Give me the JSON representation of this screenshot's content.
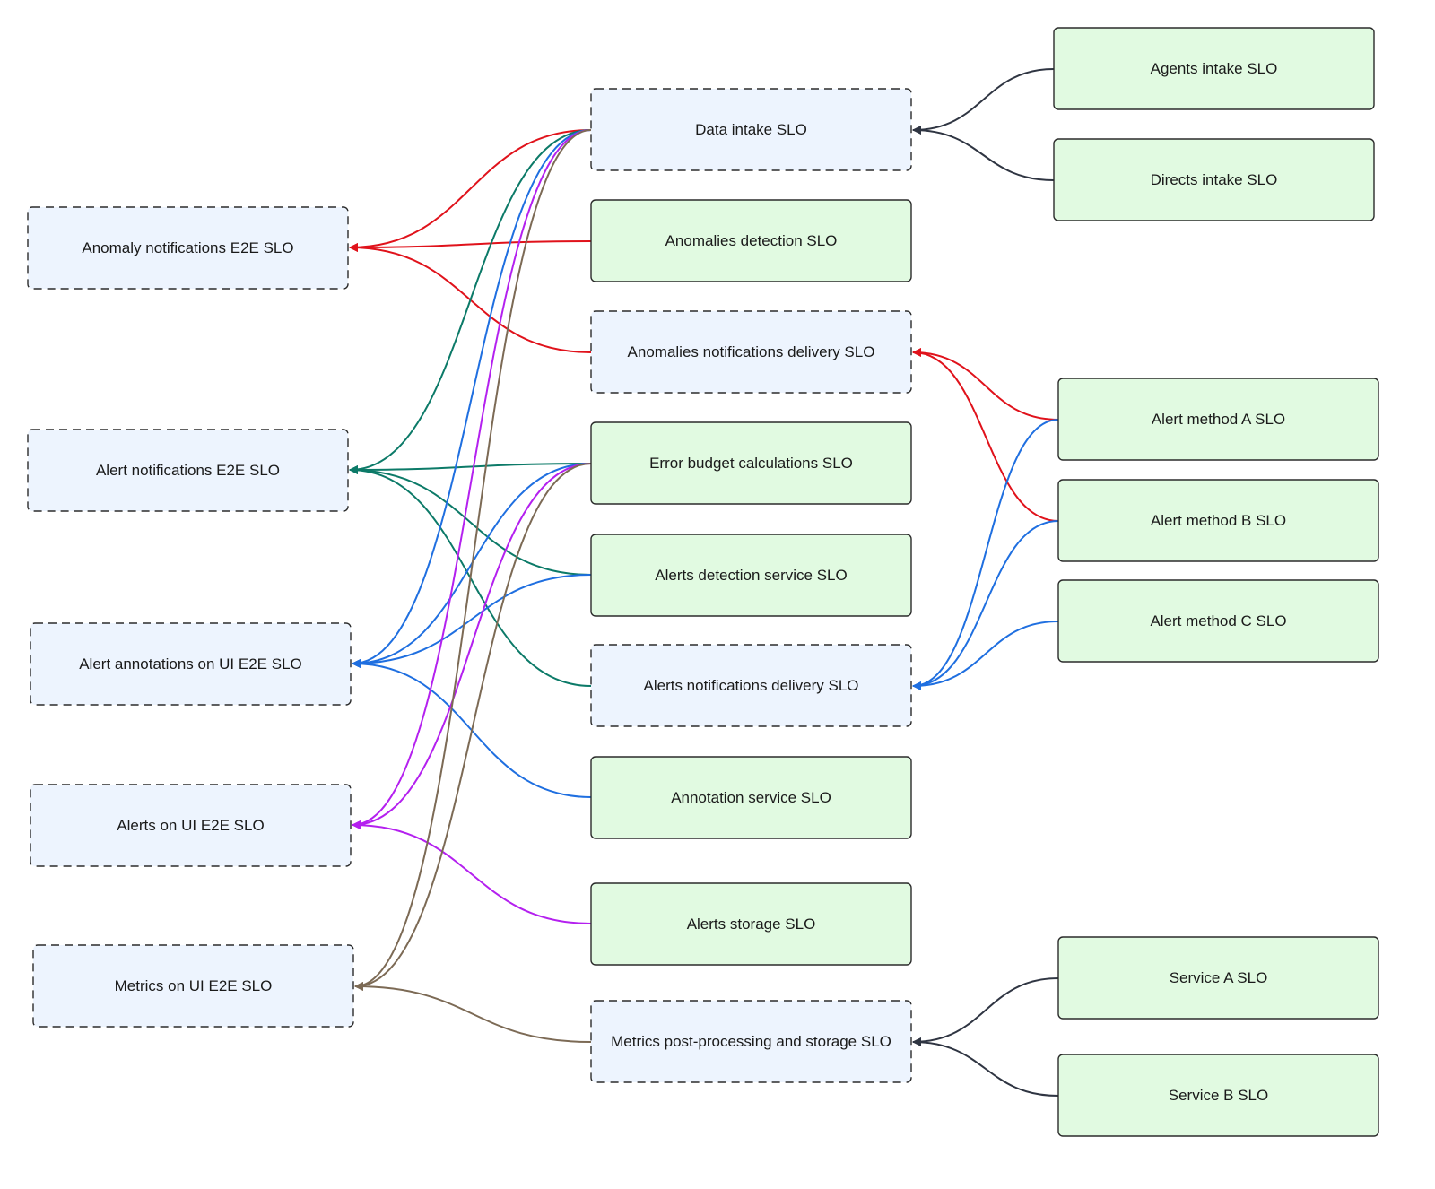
{
  "colors": {
    "red": "#e0121b",
    "teal": "#0c7a68",
    "blue": "#1f6fe0",
    "purple": "#b420ef",
    "brown": "#7c6a55",
    "dark": "#2f3542",
    "composite_fill": "#edf4fe",
    "base_fill": "#e1fae1"
  },
  "nodes": {
    "anomaly_e2e": "Anomaly notifications E2E SLO",
    "alert_e2e": "Alert notifications E2E SLO",
    "annotations_e2e": "Alert annotations on UI E2E SLO",
    "alerts_ui_e2e": "Alerts on UI E2E SLO",
    "metrics_ui_e2e": "Metrics on UI E2E SLO",
    "data_intake": "Data intake SLO",
    "anomalies_detection": "Anomalies detection SLO",
    "anomalies_delivery": "Anomalies notifications delivery SLO",
    "error_budget": "Error budget calculations SLO",
    "alerts_detection": "Alerts detection service SLO",
    "alerts_delivery": "Alerts notifications delivery SLO",
    "annotation_service": "Annotation service SLO",
    "alerts_storage": "Alerts storage SLO",
    "metrics_post": "Metrics post-processing and storage SLO",
    "agents_intake": "Agents intake SLO",
    "directs_intake": "Directs intake SLO",
    "alert_method_a": "Alert method A SLO",
    "alert_method_b": "Alert method B SLO",
    "alert_method_c": "Alert method C SLO",
    "service_a": "Service A SLO",
    "service_b": "Service B SLO"
  },
  "edges": [
    {
      "from": "agents_intake",
      "to": "data_intake",
      "color": "dark"
    },
    {
      "from": "directs_intake",
      "to": "data_intake",
      "color": "dark"
    },
    {
      "from": "alert_method_a",
      "to": "anomalies_delivery",
      "color": "red"
    },
    {
      "from": "alert_method_b",
      "to": "anomalies_delivery",
      "color": "red"
    },
    {
      "from": "alert_method_a",
      "to": "alerts_delivery",
      "color": "blue"
    },
    {
      "from": "alert_method_b",
      "to": "alerts_delivery",
      "color": "blue"
    },
    {
      "from": "alert_method_c",
      "to": "alerts_delivery",
      "color": "blue"
    },
    {
      "from": "service_a",
      "to": "metrics_post",
      "color": "dark"
    },
    {
      "from": "service_b",
      "to": "metrics_post",
      "color": "dark"
    },
    {
      "from": "data_intake",
      "to": "anomaly_e2e",
      "color": "red"
    },
    {
      "from": "anomalies_detection",
      "to": "anomaly_e2e",
      "color": "red"
    },
    {
      "from": "anomalies_delivery",
      "to": "anomaly_e2e",
      "color": "red"
    },
    {
      "from": "data_intake",
      "to": "alert_e2e",
      "color": "teal"
    },
    {
      "from": "error_budget",
      "to": "alert_e2e",
      "color": "teal"
    },
    {
      "from": "alerts_detection",
      "to": "alert_e2e",
      "color": "teal"
    },
    {
      "from": "alerts_delivery",
      "to": "alert_e2e",
      "color": "teal"
    },
    {
      "from": "data_intake",
      "to": "annotations_e2e",
      "color": "blue"
    },
    {
      "from": "error_budget",
      "to": "annotations_e2e",
      "color": "blue"
    },
    {
      "from": "alerts_detection",
      "to": "annotations_e2e",
      "color": "blue"
    },
    {
      "from": "annotation_service",
      "to": "annotations_e2e",
      "color": "blue"
    },
    {
      "from": "data_intake",
      "to": "alerts_ui_e2e",
      "color": "purple"
    },
    {
      "from": "error_budget",
      "to": "alerts_ui_e2e",
      "color": "purple"
    },
    {
      "from": "alerts_storage",
      "to": "alerts_ui_e2e",
      "color": "purple"
    },
    {
      "from": "data_intake",
      "to": "metrics_ui_e2e",
      "color": "brown"
    },
    {
      "from": "error_budget",
      "to": "metrics_ui_e2e",
      "color": "brown"
    },
    {
      "from": "metrics_post",
      "to": "metrics_ui_e2e",
      "color": "brown"
    }
  ]
}
